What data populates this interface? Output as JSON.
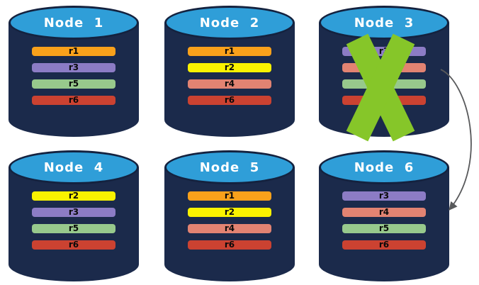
{
  "diagram": {
    "nodes": [
      {
        "id": "node-1",
        "title": "Node  1",
        "failed": false,
        "replicas": [
          {
            "label": "r1",
            "color": "#F9A11B"
          },
          {
            "label": "r3",
            "color": "#8C7CC5"
          },
          {
            "label": "r5",
            "color": "#97C98C"
          },
          {
            "label": "r6",
            "color": "#CB4231"
          }
        ]
      },
      {
        "id": "node-2",
        "title": "Node  2",
        "failed": false,
        "replicas": [
          {
            "label": "r1",
            "color": "#F9A11B"
          },
          {
            "label": "r2",
            "color": "#FAF200"
          },
          {
            "label": "r4",
            "color": "#E28372"
          },
          {
            "label": "r6",
            "color": "#CB4231"
          }
        ]
      },
      {
        "id": "node-3",
        "title": "Node  3",
        "failed": true,
        "replicas": [
          {
            "label": "r3",
            "color": "#8C7CC5"
          },
          {
            "label": "r4",
            "color": "#E28372"
          },
          {
            "label": "r5",
            "color": "#97C98C"
          },
          {
            "label": "r6",
            "color": "#CB4231"
          }
        ]
      },
      {
        "id": "node-4",
        "title": "Node  4",
        "failed": false,
        "replicas": [
          {
            "label": "r2",
            "color": "#FAF200"
          },
          {
            "label": "r3",
            "color": "#8C7CC5"
          },
          {
            "label": "r5",
            "color": "#97C98C"
          },
          {
            "label": "r6",
            "color": "#CB4231"
          }
        ]
      },
      {
        "id": "node-5",
        "title": "Node  5",
        "failed": false,
        "replicas": [
          {
            "label": "r1",
            "color": "#F9A11B"
          },
          {
            "label": "r2",
            "color": "#FAF200"
          },
          {
            "label": "r4",
            "color": "#E28372"
          },
          {
            "label": "r6",
            "color": "#CB4231"
          }
        ]
      },
      {
        "id": "node-6",
        "title": "Node  6",
        "failed": false,
        "replicas": [
          {
            "label": "r3",
            "color": "#8C7CC5"
          },
          {
            "label": "r4",
            "color": "#E28372"
          },
          {
            "label": "r5",
            "color": "#97C98C"
          },
          {
            "label": "r6",
            "color": "#CB4231"
          }
        ]
      }
    ],
    "failure": {
      "node": "node-3",
      "mark": "x-cross"
    },
    "arrow_link": {
      "from": "node-3",
      "to": "node-6"
    },
    "colors": {
      "cyl-body": "#1B2A4B",
      "cyl-top": "#2F9ED8",
      "cyl-edge": "#14223F",
      "x-mark": "#86C629",
      "arrow": "#58595B",
      "title-text": "#FFFFFF",
      "bar-text": "#0A0A0A"
    }
  }
}
